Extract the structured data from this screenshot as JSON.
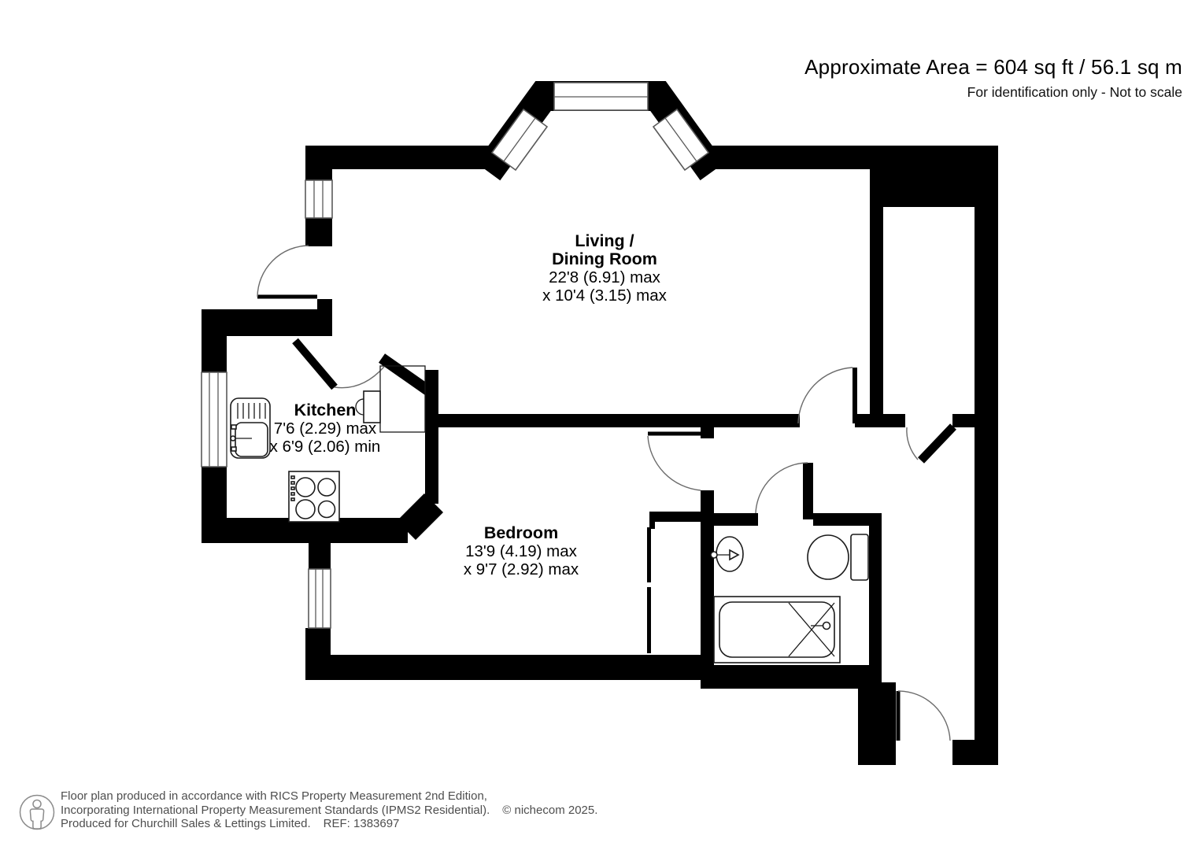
{
  "header": {
    "area": "Approximate Area = 604 sq ft / 56.1 sq m",
    "disclaimer": "For identification only - Not to scale"
  },
  "rooms": {
    "living_dining": {
      "name_line1": "Living /",
      "name_line2": "Dining Room",
      "dimensions_line1": "22'8 (6.91) max",
      "dimensions_line2": "x 10'4 (3.15) max"
    },
    "kitchen": {
      "name": "Kitchen",
      "dimensions_line1": "7'6 (2.29) max",
      "dimensions_line2": "x 6'9 (2.06) min"
    },
    "bedroom": {
      "name": "Bedroom",
      "dimensions_line1": "13'9 (4.19) max",
      "dimensions_line2": "x 9'7 (2.92) max"
    }
  },
  "footer": {
    "line1": "Floor plan produced in accordance with RICS Property Measurement 2nd Edition,",
    "line2": "Incorporating International Property Measurement Standards (IPMS2 Residential).",
    "copyright": "© nichecom 2025.",
    "line3": "Produced for Churchill Sales & Lettings Limited.",
    "reference": "REF: 1383697"
  },
  "colors": {
    "wall": "#000000",
    "background": "#ffffff",
    "door_arc": "#6b6b6b",
    "footer_text": "#4e4e4e"
  }
}
